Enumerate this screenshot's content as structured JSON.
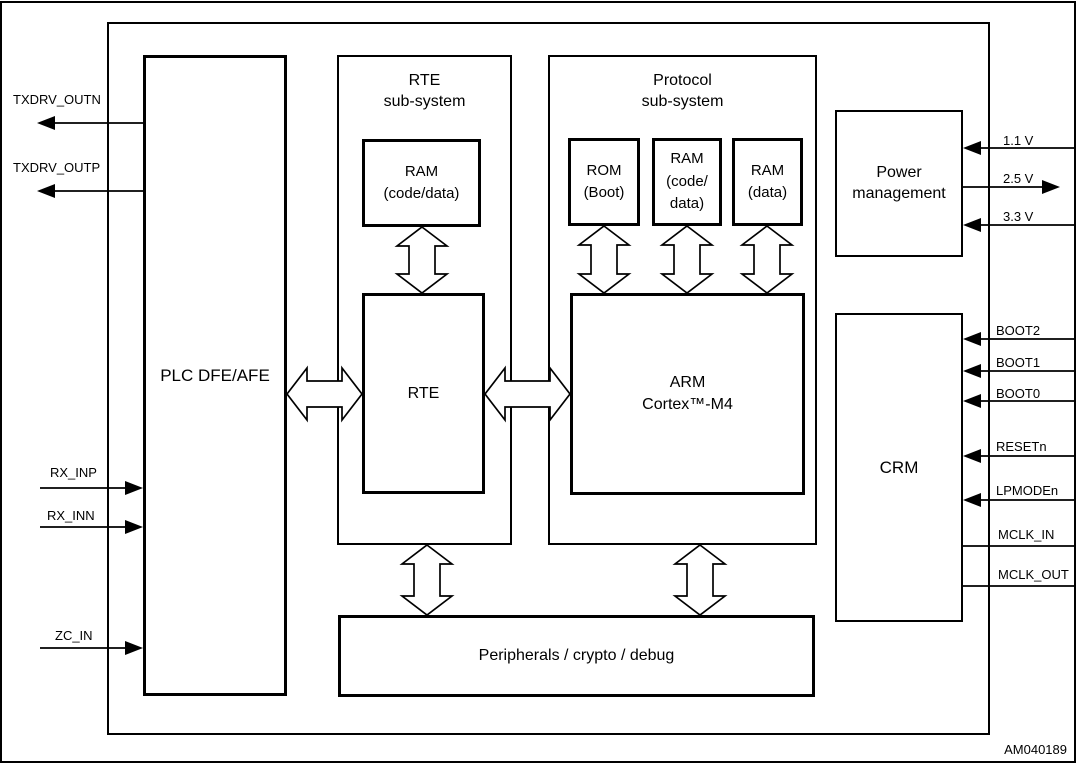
{
  "figure": {
    "code": "AM040189",
    "background": "#ffffff",
    "line_color": "#000000"
  },
  "blocks": {
    "plc": "PLC DFE/AFE",
    "rte_subsystem": "RTE\nsub-system",
    "ram_rte": "RAM\n(code/data)",
    "rte": "RTE",
    "protocol_subsystem": "Protocol\nsub-system",
    "rom_boot": "ROM\n(Boot)",
    "ram_code_data": "RAM\n(code/\ndata)",
    "ram_data": "RAM\n(data)",
    "arm": "ARM\nCortex™-M4",
    "power": "Power\nmanagement",
    "crm": "CRM",
    "peripherals": "Peripherals / crypto / debug"
  },
  "signals": {
    "txdrv_outn": "TXDRV_OUTN",
    "txdrv_outp": "TXDRV_OUTP",
    "rx_inp": "RX_INP",
    "rx_inn": "RX_INN",
    "zc_in": "ZC_IN",
    "v_1_1": "1.1 V",
    "v_2_5": "2.5 V",
    "v_3_3": "3.3 V",
    "boot2": "BOOT2",
    "boot1": "BOOT1",
    "boot0": "BOOT0",
    "resetn": "RESETn",
    "lpmoden": "LPMODEn",
    "mclk_in": "MCLK_IN",
    "mclk_out": "MCLK_OUT"
  }
}
